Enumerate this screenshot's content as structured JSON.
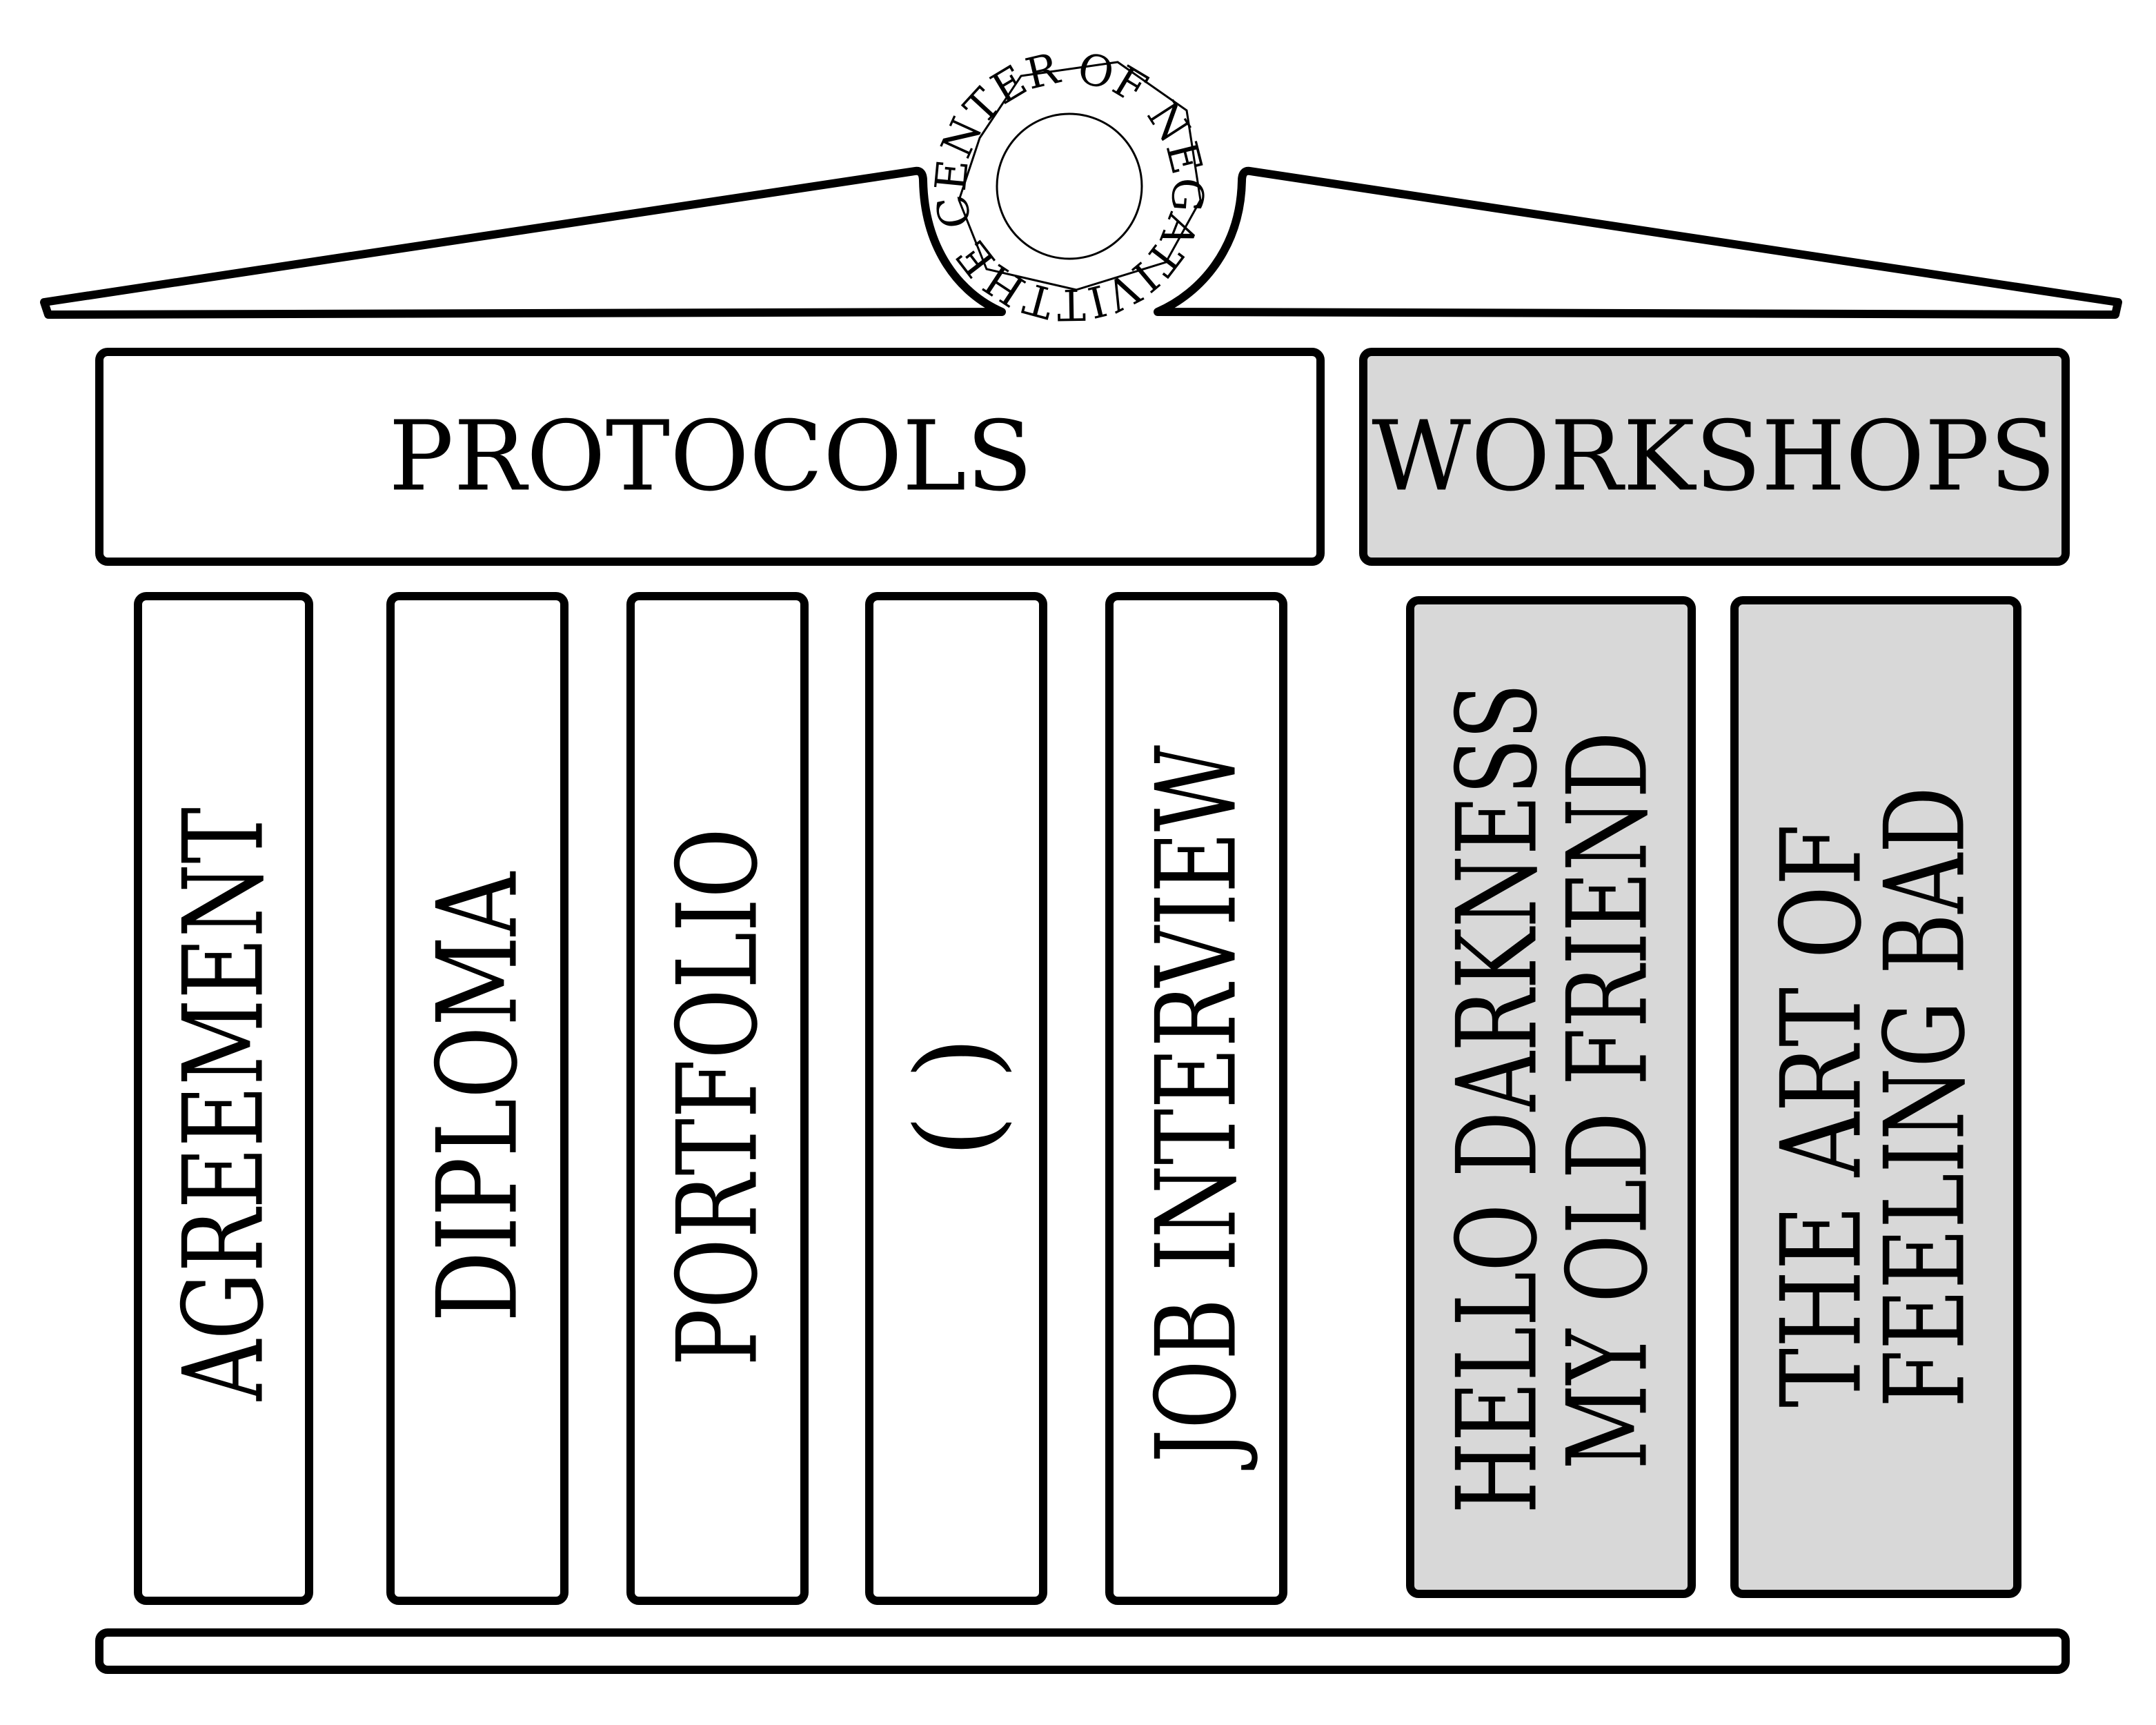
{
  "logo": {
    "text": "THE CENTER OF NEGATIVITY-"
  },
  "header": {
    "protocols": "PROTOCOLS",
    "workshops": "WORKSHOPS"
  },
  "protocols": [
    {
      "label": "AGREEMENT"
    },
    {
      "label": "DIPLOMA"
    },
    {
      "label": "PORTFOLIO"
    },
    {
      "label": "(  )"
    },
    {
      "label": "JOB INTERVIEW"
    }
  ],
  "workshops": [
    {
      "line1": "HELLO DARKNESS",
      "line2": "MY OLD FRIEND"
    },
    {
      "line1": "THE ART OF",
      "line2": "FEELING BAD"
    }
  ],
  "colors": {
    "stroke": "#000000",
    "workshop_fill": "#d8d8d8",
    "protocol_fill": "#ffffff"
  }
}
